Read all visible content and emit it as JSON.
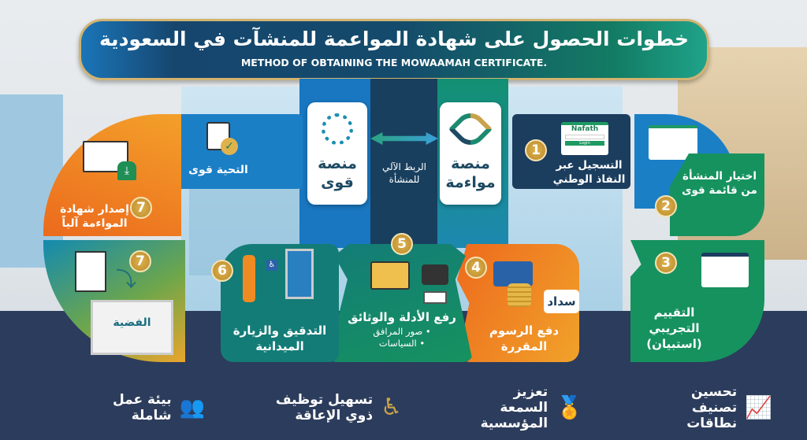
{
  "header": {
    "title_ar": "خطوات الحصول على شهادة المواعمة للمنشآت في السعودية",
    "title_en": "METHOD OF OBTAINING THE MOWAAMAH CERTIFICATE."
  },
  "platforms": {
    "qiwa": "منصة قوى",
    "mowaamah": "منصة مواءمة",
    "link_label": "الربط الآلي للمنشأة"
  },
  "steps": [
    {
      "num": "1",
      "label": "التسجيل عبر النفاذ الوطني",
      "screen_title": "Nafath",
      "screen_button": "Login"
    },
    {
      "num": "2",
      "label": "اختيار المنشأة من قائمة قوى"
    },
    {
      "num": "3",
      "label": "التقييم التجريبي (استبيان)"
    },
    {
      "num": "4",
      "label": "دفع الرسوم المقررة",
      "badge": "سداد"
    },
    {
      "num": "5",
      "label": "رفع الأدلة والوثائق",
      "bullets": [
        "صور المرافق",
        "السياسات"
      ]
    },
    {
      "num": "6",
      "label": "التدقيق والزيارة الميدانية"
    },
    {
      "num": "7",
      "label": "إصدار شهادة المواءمة آلياً"
    },
    {
      "num": "7",
      "certificate_level": "الفضية"
    }
  ],
  "qiwa_approval": "التحية قوى",
  "benefits": [
    {
      "label": "تحسين تصنيف نطاقات",
      "icon": "growth-chart-icon"
    },
    {
      "label": "تعزيز السمعة المؤسسية",
      "icon": "award-medal-icon"
    },
    {
      "label": "تسهيل توظيف ذوي الإعاقة",
      "icon": "wheelchair-icon"
    },
    {
      "label": "بيئة عمل شاملة",
      "icon": "people-group-icon"
    }
  ],
  "colors": {
    "navy": "#1b3d5e",
    "blue": "#1877c0",
    "green": "#159a68",
    "orange": "#ef8a22",
    "teal": "#137c77",
    "gold": "#c9a24a"
  }
}
